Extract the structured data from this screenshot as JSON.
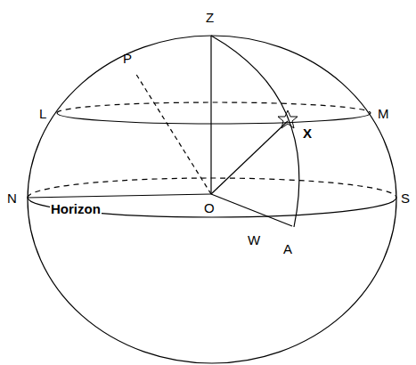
{
  "diagram": {
    "labels": [
      "Z",
      "P",
      "L",
      "M",
      "X",
      "N",
      "Horizon",
      "O",
      "W",
      "A",
      "S"
    ]
  }
}
